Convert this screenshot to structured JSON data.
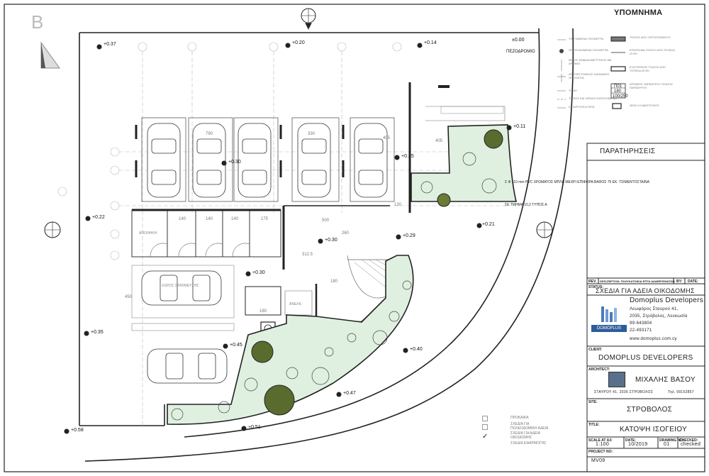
{
  "legend": {
    "title": "ΥΠΟΜΝΗΜΑ",
    "items": [
      "ΥΦΙΣΤΑΜΕΝΑ ΥΨΟΜΕΤΡΑ",
      "ΠΡΟΤΕΙΝΟΜΕΝΑ ΥΨΟΜΕΤΡΑ",
      "ΒΕΛΟΣ ΕΜΒΑΔΟΜΕΤΡΗΣΗΣ ΜΕ ΑΡΙΘΜΟ",
      "ΑΡΧΙΤΕΚΤΟΝΙΚΟΣ ΚΑΝΝΑΒΟΣ ΟΡΙΖΟΝΤΙΑ",
      "ΤΟΜΗ",
      "ΤΟΙΧΟΣ ΚΑΙ ΟΡΙΑΚΟ ΚΑΤΕΧΟΜΕΝΟ",
      "ΚΑΤΑΡΓΗΤΕΑ ΣΕΡΑ"
    ],
    "right_items": [
      "ΤΟΙΧΟΣ ΑΠΟ ΟΠΤΟΠΛΙΝΘΟΥΣ",
      "ΕΠΙΧΡΙΣΜΑ ΤΟΙΧΟΥ ΑΠΟ ΤΟΥΒΛΑ 20 ΕΚ.",
      "ΕΞΩΤΕΡΙΚΟΣ ΤΟΙΧΟΣ ΑΠΟ ΤΟΥΒΛΑ 25 ΕΚ.",
      "ΑΡΙΘΜΟΣ ΠΑΡΑΘΥΡΟΥ ΠΛΑΤΟΣ ΠΑΡΑΘΥΡΟΥ",
      "ΘΕΣΗ ΚΛΙΜΑΤΙΣΤΙΚΟΥ"
    ],
    "window_code": "Π01",
    "window_w": "180",
    "window_h": "100/250"
  },
  "plan": {
    "north": "B",
    "pedestrian": "ΠΕΖΟΔΡΟΜΙΟ",
    "pipe_note": "Σ Φ 110 mm PVC ΧΡΩΜΑΤΟΣ ΜΠΛΕ ΜΕΧΡΙ ΕΠΙΦΟΡΑ ΒΑΘΟΣ 75 ΕΚ. ΤΣΙΜΕΝΤΟΣΤΑΙΝΑ",
    "pipe_note2": "ΣΕ ΤΜΗΜΑ 10,2 ΤΥΠΟΣ Α",
    "parking_label": "ΧΩΡΟΣ ΣΤΑΘΜΕΥΣΗΣ",
    "storage_label": "ΑΠΟΘΗΚΗ",
    "lift_label": "ΑΝΕΛΚ.",
    "elevations": [
      "+0.37",
      "+0.20",
      "+0.14",
      "±0.00",
      "+0.11",
      "+0.25",
      "+0.30",
      "+0.22",
      "+0.21",
      "+0.29",
      "+0.30",
      "+0.30",
      "+0.35",
      "+0.45",
      "+0.40",
      "+0.47",
      "+0.58",
      "+0.51"
    ],
    "dims": [
      "790",
      "330",
      "405",
      "140",
      "140",
      "140",
      "175",
      "312.5",
      "500",
      "260",
      "180",
      "130",
      "450",
      "180",
      "405"
    ]
  },
  "titleblock": {
    "remarks": "ΠΑΡΑΤΗΡΗΣΕΙΣ",
    "rev_header": "REV.",
    "desc_header": "DESCRIPTION: ΠΟΛΥΚΑΤΟΙΚΙΑ ΕΠΤΑ ΔΙΑΜΕΡΙΣΜΑΤΩΝ",
    "by_header": "BY:",
    "date_header": "DATE:",
    "status_label": "STATUS:",
    "status": "ΣΧΕΔΙΑ ΓΙΑ ΑΔΕΙΑ ΟΙΚΟΔΟΜΗΣ",
    "company": "Domoplus Developers",
    "address1": "Λεωφόρος Σταυρού 41,",
    "address2": "2035, Στρόβολος, Λευκωσία",
    "phone1": "99-643804",
    "phone2": "22-493171",
    "web": "www.domoplus.com.cy",
    "logo_text": "DOMOPLUS",
    "client_label": "CLIENT:",
    "client": "DOMOPLUS DEVELOPERS",
    "architect_label": "ARCHITECT:",
    "architect": "ΜΙΧΑΛΗΣ ΒΑΣΟΥ",
    "architect_address": "ΣΤΑΥΡΟΥ 41, 2035 ΣΤΡΟΒΟΛΟΣ",
    "architect_phone": "Τηλ. 99152857",
    "site_label": "SITE:",
    "site": "ΣΤΡΟΒΟΛΟΣ",
    "title_label": "TITLE:",
    "title": "ΚΑΤΟΨΗ ΙΣΟΓΕΙΟΥ",
    "scale_label": "SCALE AT A3:",
    "scale": "1:100",
    "date_label": "DATE:",
    "date": "10/2019",
    "drawing_label": "DRAWING NO:",
    "drawing": "01",
    "checked_label": "CHECKED:",
    "checked": "checked",
    "project_label": "PROJECT NO:",
    "project": "MV09"
  },
  "checklist": {
    "items": [
      "ΠΡΟΚΑΙΚΑ",
      "ΣΧΕΔΙΑ ΓΙΑ ΠΟΛΕΟΔΟΜΙΚΗ ΑΔΕΙΑ",
      "ΣΧΕΔΙΑ ΓΙΑ ΑΔΕΙΑ ΟΙΚΟΔΟΜΗΣ",
      "ΣΧΕΔΙΑ ΕΦΑΡΜΟΓΗΣ"
    ],
    "checked_index": 2
  },
  "colors": {
    "garden": "#dff0e0",
    "line": "#222222",
    "grid": "#cccccc"
  }
}
